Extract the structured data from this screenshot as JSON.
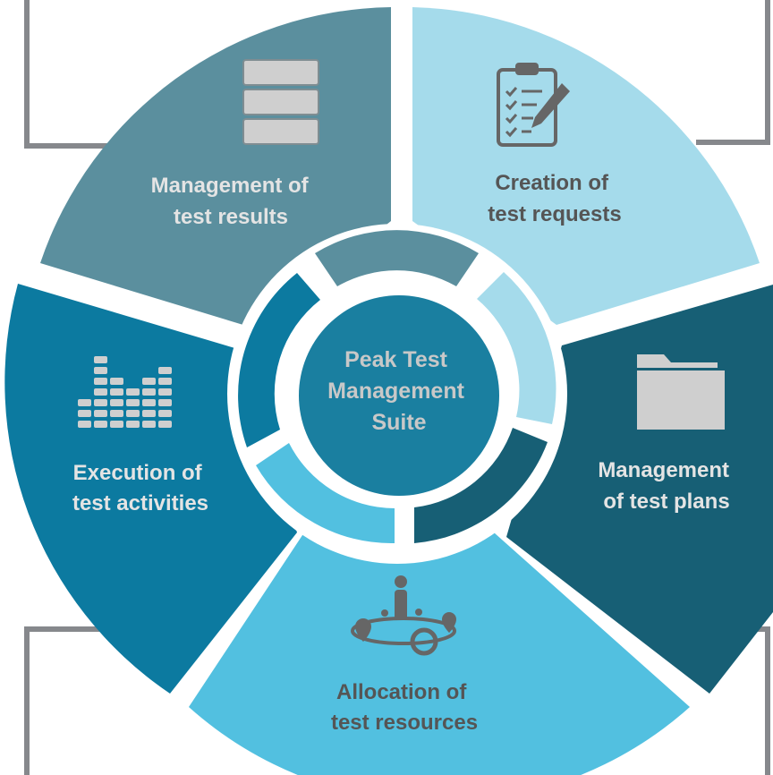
{
  "center": {
    "lines": [
      "Peak Test",
      "Management",
      "Suite"
    ]
  },
  "segments": [
    {
      "key": "results",
      "lines": [
        "Management of",
        "test results"
      ],
      "icon": "server-stack-icon"
    },
    {
      "key": "requests",
      "lines": [
        "Creation of",
        "test requests"
      ],
      "icon": "clipboard-checklist-icon"
    },
    {
      "key": "plans",
      "lines": [
        "Management",
        "of test plans"
      ],
      "icon": "folder-icon"
    },
    {
      "key": "resources",
      "lines": [
        "Allocation of",
        "test resources"
      ],
      "icon": "resource-map-icon"
    },
    {
      "key": "execution",
      "lines": [
        "Execution of",
        "test activities"
      ],
      "icon": "bar-grid-icon"
    }
  ],
  "colors": {
    "results": "#5b8f9e",
    "requests": "#a5dbeb",
    "plans": "#175f75",
    "resources": "#52c0e0",
    "execution": "#0c7aa0",
    "core": "#1a7fa0",
    "frame": "#86888c",
    "icon": "#cfcfcf"
  }
}
